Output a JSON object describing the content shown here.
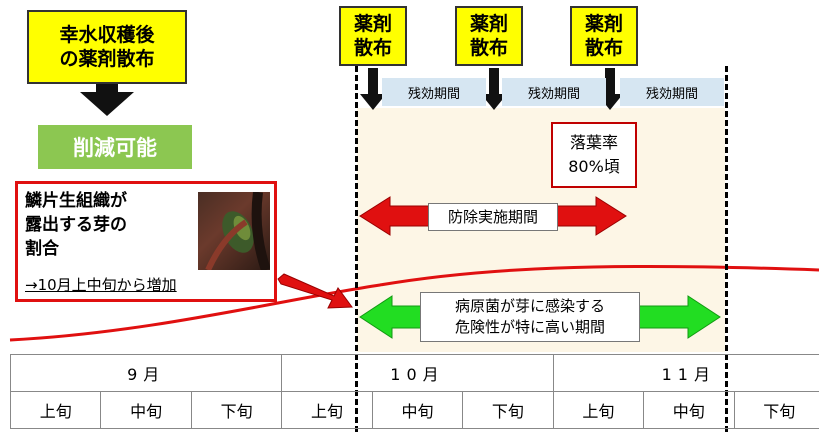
{
  "top_left": {
    "spray_after_harvest": "幸水収穫後\nの薬剤散布",
    "reducible": "削減可能"
  },
  "sprays": [
    {
      "label": "薬剤\n散布"
    },
    {
      "label": "薬剤\n散布"
    },
    {
      "label": "薬剤\n散布"
    }
  ],
  "residual_periods": [
    "残効期間",
    "残効期間",
    "残効期間"
  ],
  "scale_box": {
    "title": "鱗片生組織が\n露出する芽の\n割合",
    "note": "→10月上中旬から増加"
  },
  "leaf_fall": "落葉率\n80%頃",
  "control_period": "防除実施期間",
  "risk_period": "病原菌が芽に感染する\n危険性が特に高い期間",
  "calendar": {
    "months": [
      "9月",
      "10月",
      "11月"
    ],
    "dekads": [
      "上旬",
      "中旬",
      "下旬",
      "上旬",
      "中旬",
      "下旬",
      "上旬",
      "中旬",
      "下旬"
    ]
  },
  "colors": {
    "callout_yellow": "#ffff00",
    "reducible_green": "#8cc751",
    "control_arrow_red": "#e01010",
    "risk_arrow_green": "#22dd22",
    "residual_blue": "#d6e6f2",
    "curve_red": "#e01010"
  }
}
